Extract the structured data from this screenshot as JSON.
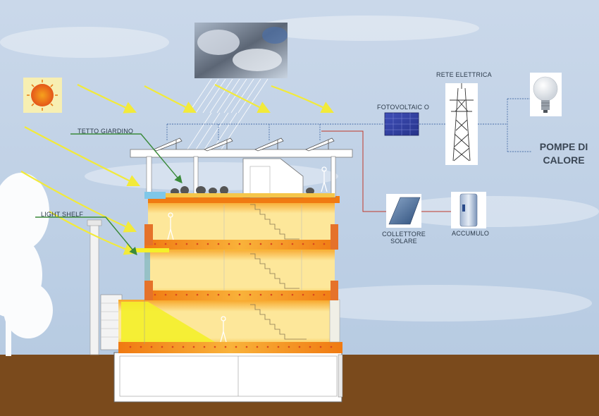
{
  "labels": {
    "tetto_giardino": "TETTO GIARDINO",
    "light_shelf": "LIGHT SHELF",
    "fotovoltaico": "FOTOVOLTAIC O",
    "rete_elettrica": "RETE ELETTRICA",
    "pompe_line1": "POMPE DI",
    "pompe_line2": "CALORE",
    "collettore_line1": "COLLETTORE",
    "collettore_line2": "SOLARE",
    "accumulo": "ACCUMULO"
  },
  "icons": [
    "sun-icon",
    "cloud-photo",
    "photovoltaic-panel-icon",
    "power-pylon-icon",
    "light-bulb-icon",
    "solar-collector-icon",
    "storage-tank-icon",
    "tree-icon"
  ],
  "colors": {
    "sky": "#c3d3e6",
    "ground": "#7a4a1c",
    "sun_arrow": "#f2ea3a",
    "floor_glow": "#fbd245",
    "floor_slab": "#f08a1a",
    "wire_blue": "#4a6fa8",
    "wire_red": "#c0392b"
  }
}
